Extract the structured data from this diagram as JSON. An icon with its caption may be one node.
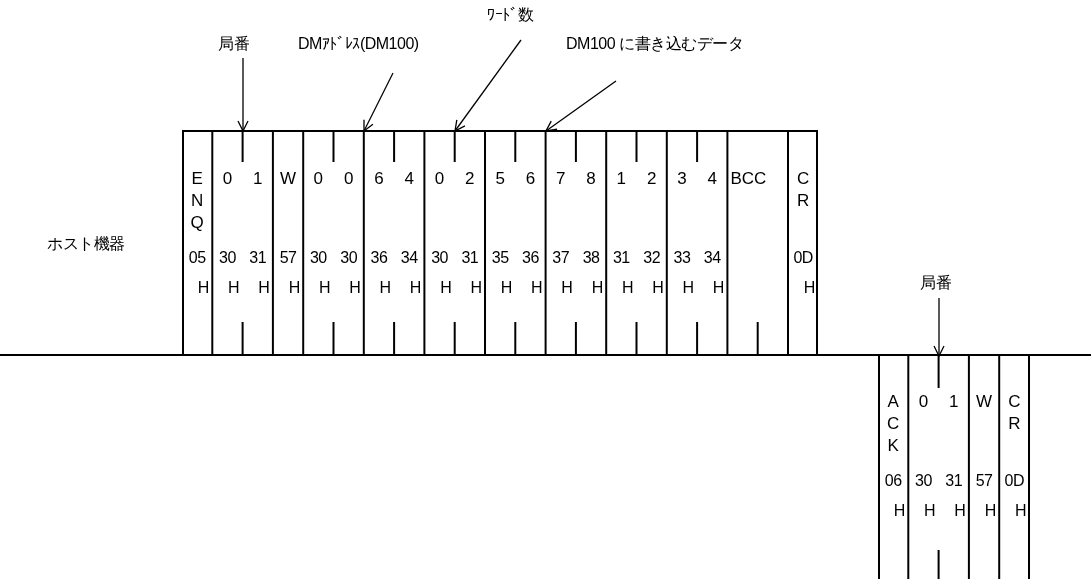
{
  "diagram": {
    "nodes": [
      {
        "text": [
          "局番"
        ]
      },
      {
        "text": [
          "DMｱﾄﾞﾚｽ(DM100)"
        ]
      },
      {
        "text": [
          "ﾜｰﾄﾞ数"
        ]
      },
      {
        "text": [
          "DM100 に書き込むデータ"
        ]
      },
      {
        "text": [],
        "shape": "box"
      },
      {
        "text": [
          "ENQ",
          "05H"
        ],
        "in": 4
      },
      {
        "text": [
          "0",
          "30H"
        ],
        "in": 4
      },
      {
        "text": [
          "1",
          "31H"
        ],
        "in": 4
      },
      {
        "text": [
          "W",
          "57H"
        ],
        "in": 4
      },
      {
        "text": [
          "0",
          "30H"
        ],
        "in": 4
      },
      {
        "text": [
          "0",
          "30H"
        ],
        "in": 4
      },
      {
        "text": [
          "6",
          "36H"
        ],
        "in": 4
      },
      {
        "text": [
          "4",
          "34H"
        ],
        "in": 4
      },
      {
        "text": [
          "0",
          "30H"
        ],
        "in": 4
      },
      {
        "text": [
          "2",
          "31H"
        ],
        "in": 4
      },
      {
        "text": [
          "5",
          "35H"
        ],
        "in": 4
      },
      {
        "text": [
          "6",
          "36H"
        ],
        "in": 4
      },
      {
        "text": [
          "7",
          "37H"
        ],
        "in": 4
      },
      {
        "text": [
          "8",
          "38H"
        ],
        "in": 4
      },
      {
        "text": [
          "1",
          "31H"
        ],
        "in": 4
      },
      {
        "text": [
          "2",
          "32H"
        ],
        "in": 4
      },
      {
        "text": [
          "3",
          "33H"
        ],
        "in": 4
      },
      {
        "text": [
          "4",
          "34H"
        ],
        "in": 4
      },
      {
        "text": [
          "BCC"
        ],
        "in": 4
      },
      {
        "text": [
          "CR",
          "0DH"
        ],
        "in": 4
      },
      {
        "text": [
          "局番"
        ]
      },
      {
        "text": [],
        "shape": "box"
      },
      {
        "text": [
          "ACK",
          "06H"
        ],
        "in": 26
      },
      {
        "text": [
          "0",
          "30H"
        ],
        "in": 26
      },
      {
        "text": [
          "1",
          "31H"
        ],
        "in": 26
      },
      {
        "text": [
          "W",
          "57H"
        ],
        "in": 26
      },
      {
        "text": [
          "CR",
          "0DH"
        ],
        "in": 26
      }
    ],
    "edges": [
      {
        "from": 0,
        "to": 4,
        "arrow": "to"
      },
      {
        "from": 1,
        "to": 4,
        "arrow": "to"
      },
      {
        "from": 2,
        "to": 4,
        "arrow": "to"
      },
      {
        "from": 3,
        "to": 4,
        "arrow": "to"
      },
      {
        "from": 25,
        "to": 26,
        "arrow": "to"
      }
    ],
    "labels": [
      "ホスト機器"
    ]
  }
}
